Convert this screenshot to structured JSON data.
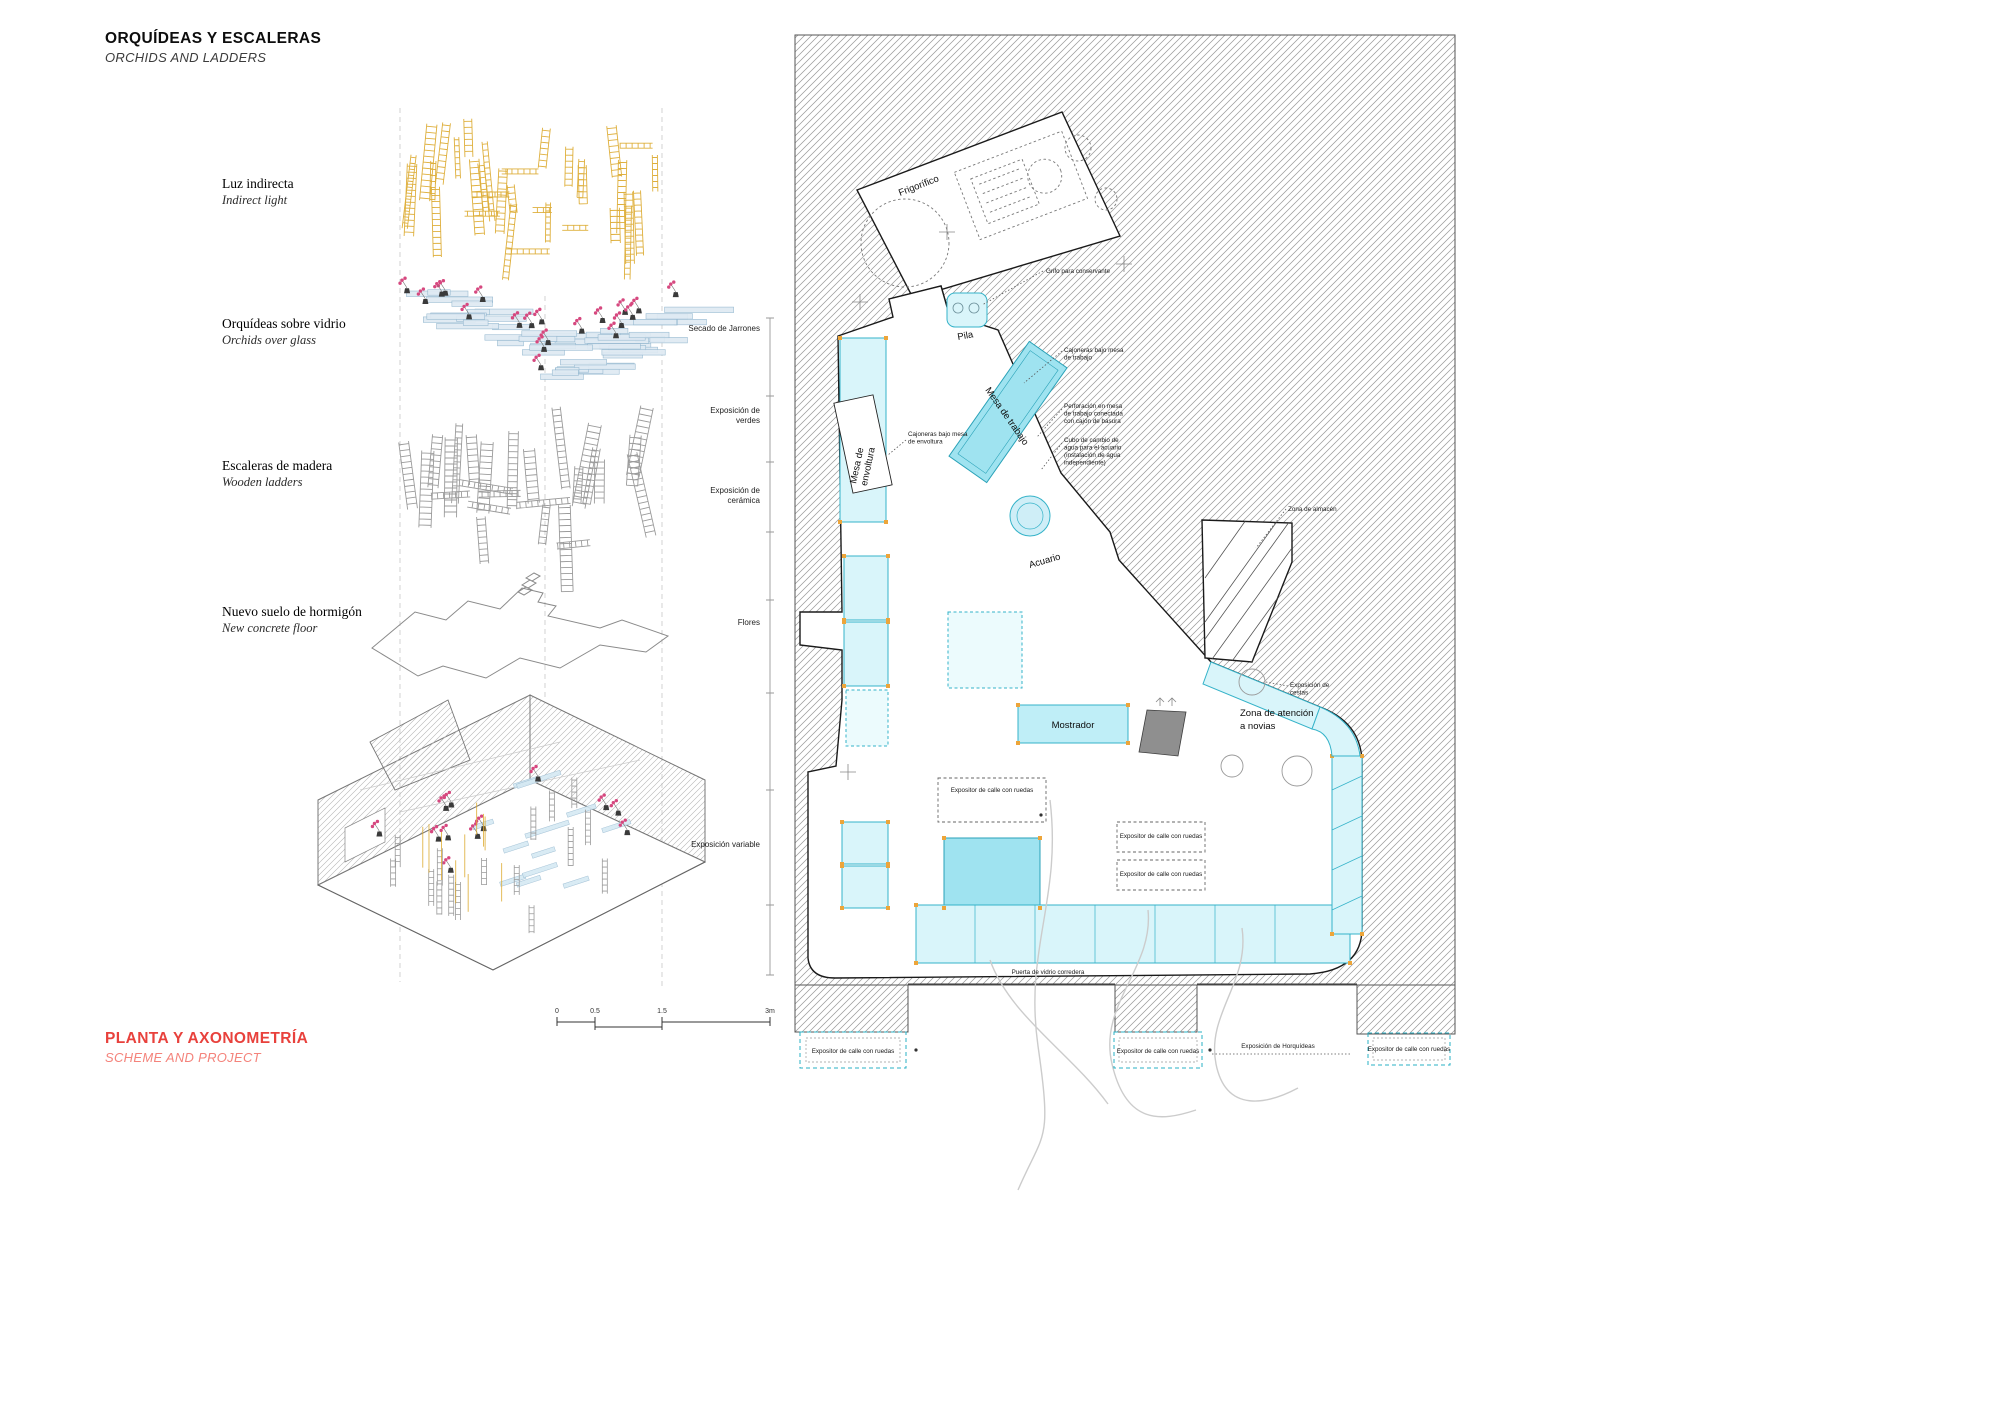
{
  "title": {
    "es": "ORQUÍDEAS Y ESCALERAS",
    "en": "ORCHIDS AND LADDERS"
  },
  "footer": {
    "es": "PLANTA Y AXONOMETRÍA",
    "en": "SCHEME AND PROJECT"
  },
  "axon_layers": [
    {
      "es": "Luz indirecta",
      "en": "Indirect light"
    },
    {
      "es": "Orquídeas sobre vidrio",
      "en": "Orchids over glass"
    },
    {
      "es": "Escaleras de madera",
      "en": "Wooden ladders"
    },
    {
      "es": "Nuevo suelo de hormigón",
      "en": "New concrete floor"
    }
  ],
  "program": [
    "Secado de Jarrones",
    "Exposición de verdes",
    "Exposición de cerámica",
    "Flores",
    "Exposición variable"
  ],
  "scale_ticks": [
    "0",
    "0.5",
    "1.5",
    "3m"
  ],
  "plan": {
    "labels": {
      "frigorifico": "Frigorífico",
      "pila": "Pila",
      "mesa_envoltura": [
        "Mesa de",
        "envoltura"
      ],
      "mesa_trabajo": "Mesa de trabajo",
      "acuario": "Acuario",
      "mostrador": "Mostrador",
      "zona_novias": [
        "Zona de atención",
        "a novias"
      ]
    },
    "annotations": {
      "grifo": "Grifo para conservante",
      "cajoneras_trabajo": [
        "Cajoneras bajo mesa",
        "de trabajo"
      ],
      "perforacion": [
        "Perforación en mesa",
        "de trabajo conectada",
        "con cajón de basura"
      ],
      "cubo": [
        "Cubo de cambio de",
        "agua para el acuario",
        "(instalación de agua",
        "independiente)"
      ],
      "zona_almacen": "Zona de almacén",
      "cajoneras_envoltura": [
        "Cajoneras bajo mesa",
        "de envoltura"
      ],
      "exp_cestas": [
        "Exposición de",
        "cestas"
      ],
      "expositor_ruedas": "Expositor de calle con ruedas",
      "puerta_vidrio": "Puerta de vidrio corredera",
      "exp_horquideas": "Exposición de Horquídeas"
    }
  },
  "colors": {
    "accent_red": "#e8413c",
    "accent_red_light": "#f4837b",
    "cyan_fill": "#d9f5fa",
    "cyan_mid": "#bfeef7",
    "cyan_dark": "#9fe3f0",
    "cyan_stroke": "#35b3c9",
    "corner_tick": "#eda53a",
    "yellow": "#ddab32",
    "pink": "#d6487f",
    "hatch_gray": "#9a9a9a"
  }
}
